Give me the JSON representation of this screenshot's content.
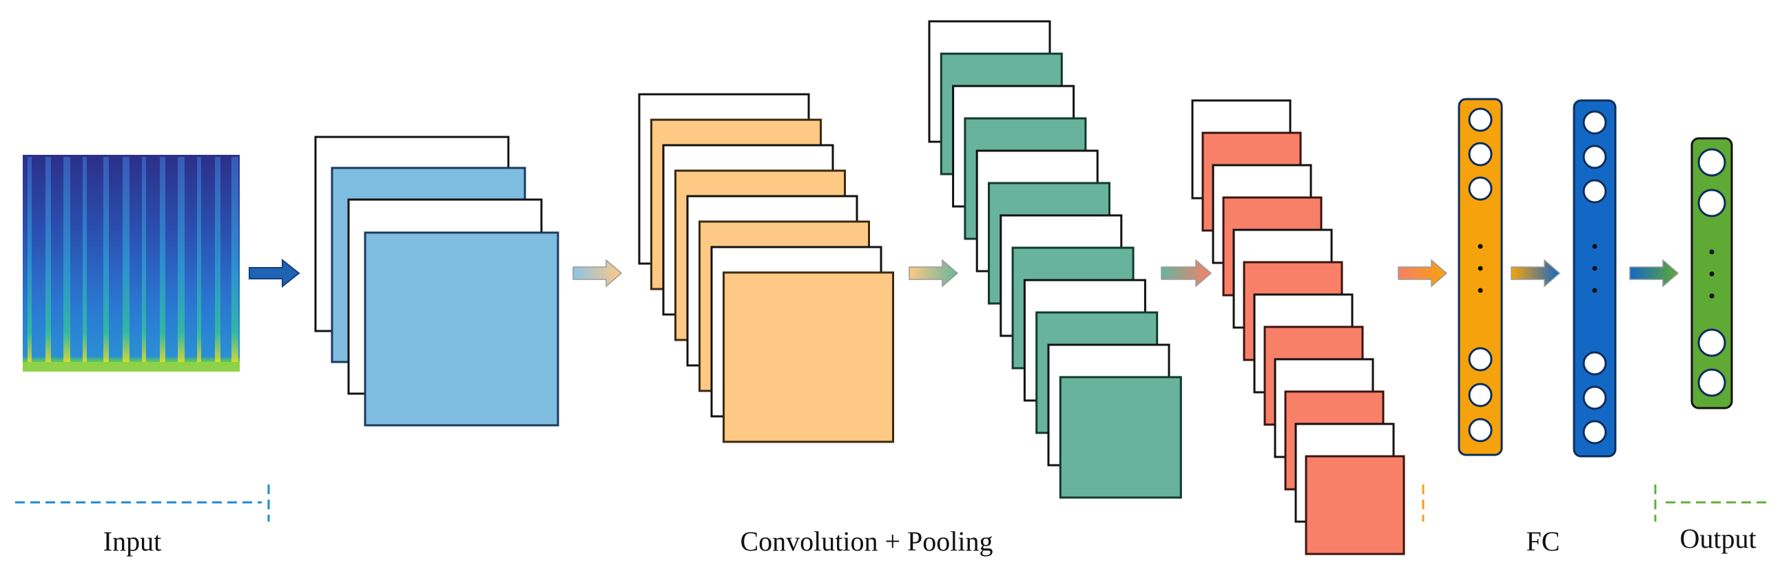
{
  "stages": [
    {
      "id": "input",
      "label": "Input"
    },
    {
      "id": "conv_pool",
      "label": "Convolution + Pooling"
    },
    {
      "id": "fc",
      "label": "FC"
    },
    {
      "id": "output",
      "label": "Output"
    }
  ],
  "colors": {
    "input_dark": "#2a2f8c",
    "input_mid": "#2a6fd0",
    "input_green": "#4fc46a",
    "input_yellow": "#f2e21c",
    "block1": "#7fbde0",
    "block2": "#fec985",
    "block3": "#68b39c",
    "block4": "#f88068",
    "fc1": "#f6a20c",
    "fc2": "#1468c5",
    "out": "#5fa935",
    "arrow1": "#1f63b3",
    "line_input": "#1d8ad0",
    "line_fc": "#f2a11a",
    "line_out": "#5fb03a"
  },
  "fc_layers": [
    {
      "id": "fc1",
      "top_nodes": 3,
      "bottom_nodes": 3
    },
    {
      "id": "fc2",
      "top_nodes": 3,
      "bottom_nodes": 3
    },
    {
      "id": "out",
      "top_nodes": 2,
      "bottom_nodes": 2
    }
  ]
}
